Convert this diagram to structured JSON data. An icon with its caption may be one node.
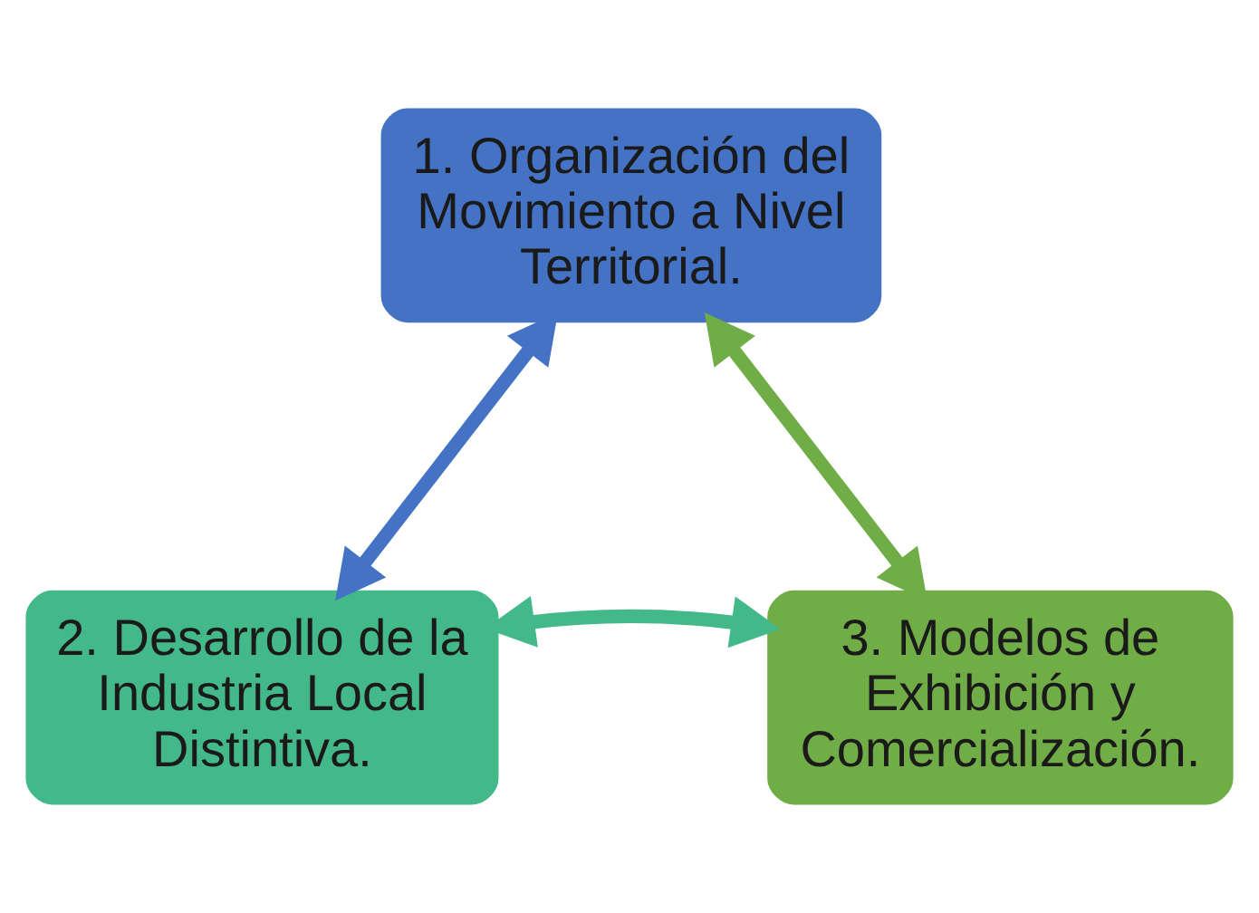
{
  "diagram": {
    "nodes": [
      {
        "text": [
          "1. Organización del Movimiento a Nivel Territorial."
        ]
      },
      {
        "text": [
          "2. Desarrollo de la Industria Local Distintiva."
        ]
      },
      {
        "text": [
          "3. Modelos de Exhibición y Comercialización."
        ]
      }
    ],
    "edges": [
      {
        "from": 0,
        "to": 1,
        "arrow": "both",
        "color": "#4472c4"
      },
      {
        "from": 1,
        "to": 2,
        "arrow": "both",
        "color": "#43b98a"
      },
      {
        "from": 2,
        "to": 0,
        "arrow": "both",
        "color": "#70ad47"
      }
    ]
  }
}
